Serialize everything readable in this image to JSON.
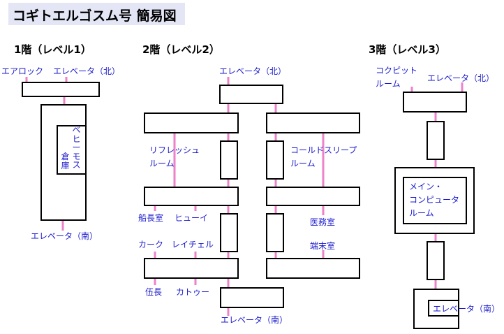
{
  "title": "コギトエルゴスム号 簡易図",
  "colors": {
    "link": "#ee82c8",
    "label": "#1a1acc",
    "title_bg": "#e4e6f6"
  },
  "floors": [
    {
      "title": "1階（レベル1）",
      "labels": {
        "airlock": "エアロック",
        "elevator_north": "エレベータ（北）",
        "behemoth": "ベヒーモス",
        "warehouse": "倉庫",
        "elevator_south": "エレベータ（南）"
      }
    },
    {
      "title": "2階（レベル2）",
      "labels": {
        "elevator_north": "エレベータ（北）",
        "refresh_room": "リフレッシュ\nルーム",
        "cold_sleep_room": "コールドスリープ\nルーム",
        "captain_room": "船長室",
        "hughey": "ヒューイ",
        "medical_room": "医務室",
        "kirk": "カーク",
        "rachel": "レイチェル",
        "terminal_room": "端末室",
        "gocho": "伍長",
        "katou": "カトゥー",
        "elevator_south": "エレベータ（南）"
      }
    },
    {
      "title": "3階（レベル3）",
      "labels": {
        "cockpit": "コクピット\nルーム",
        "elevator_north": "エレベータ（北）",
        "main_computer_room": "メイン・\nコンピュータ\nルーム",
        "elevator_south": "エレベータ（南）"
      }
    }
  ]
}
